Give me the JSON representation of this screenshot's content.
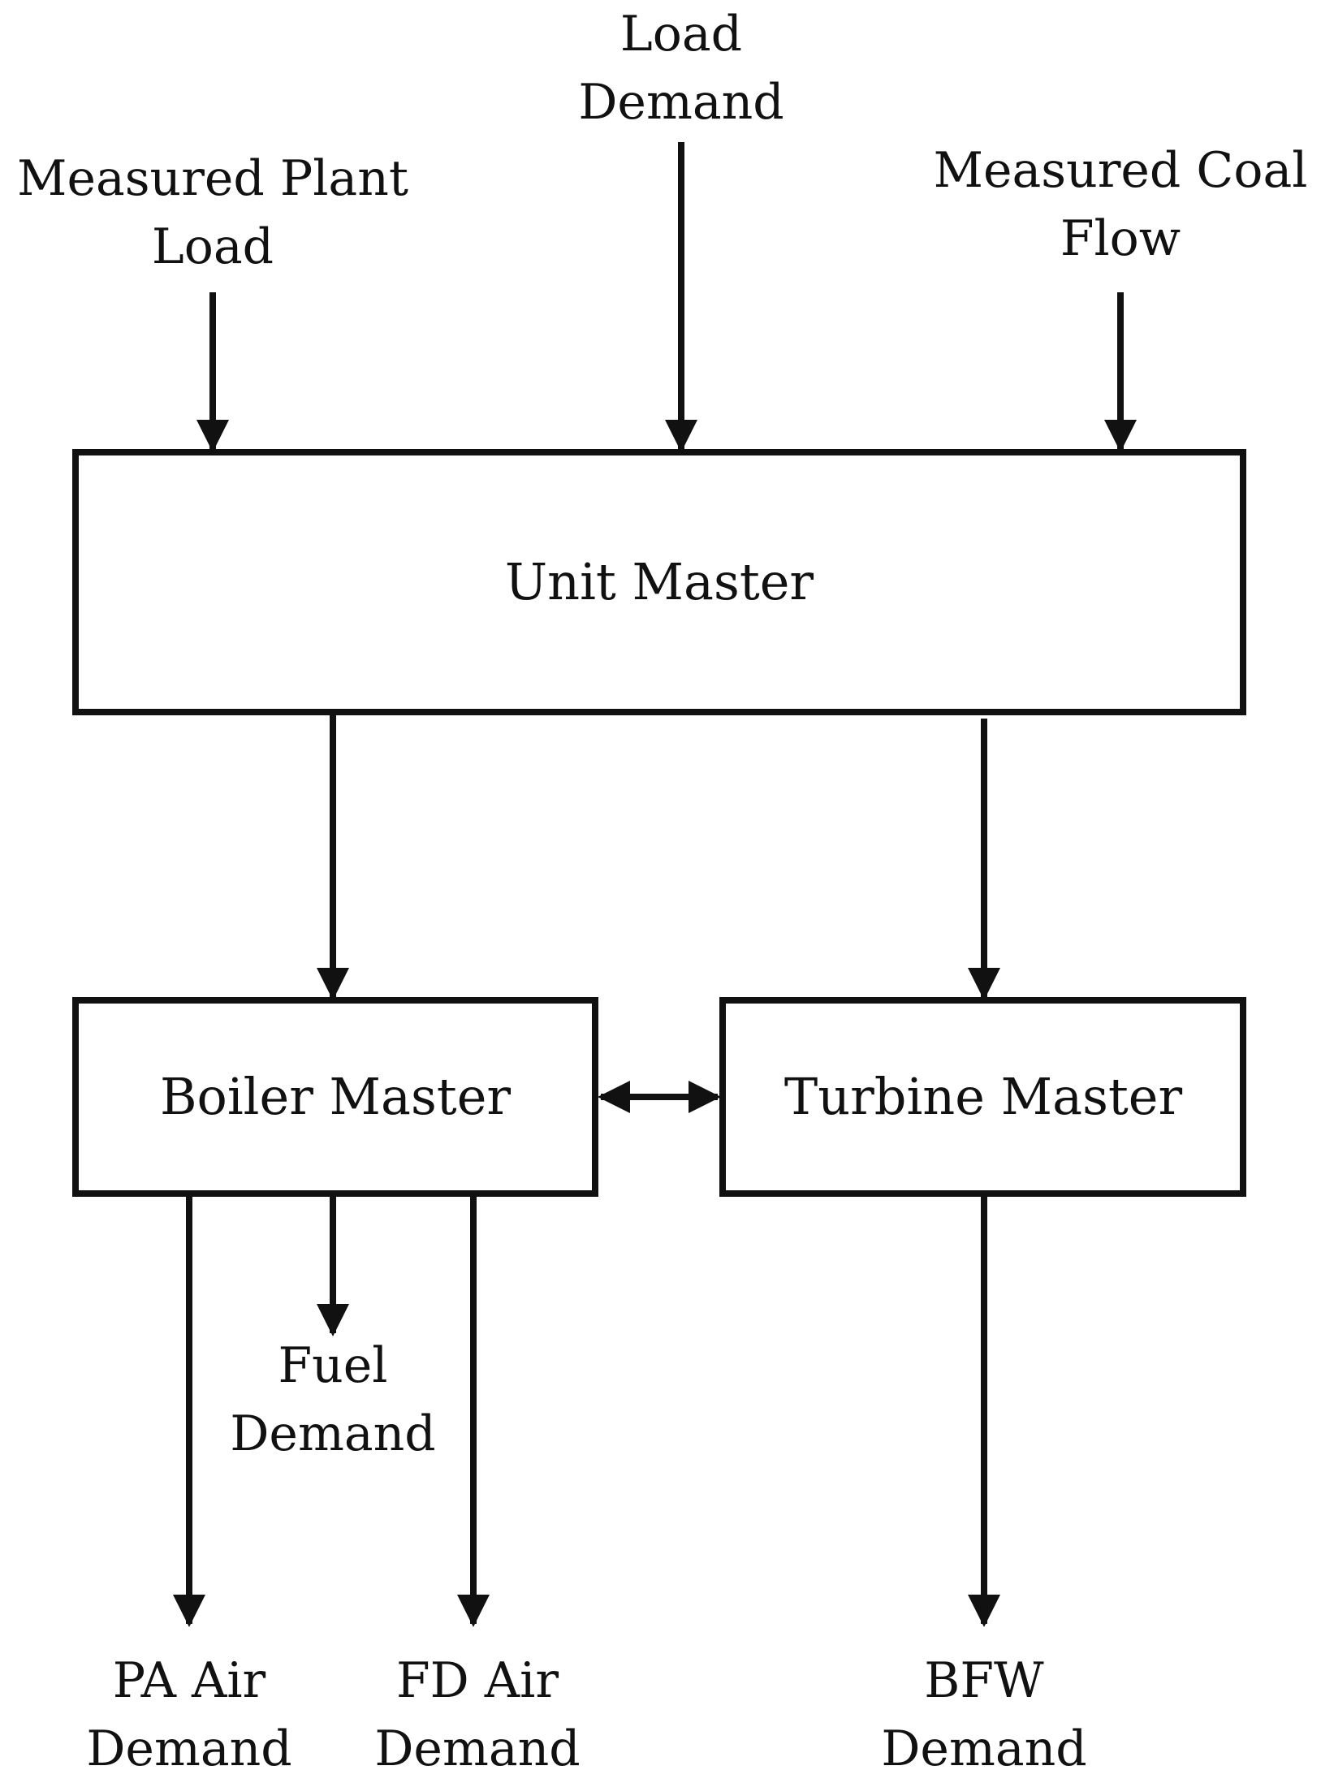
{
  "colors": {
    "stroke": "#111111",
    "background": "#ffffff"
  },
  "inputs": {
    "measured_plant_load": {
      "line1": "Measured Plant",
      "line2": "Load"
    },
    "load_demand": {
      "line1": "Load",
      "line2": "Demand"
    },
    "measured_coal_flow": {
      "line1": "Measured Coal",
      "line2": "Flow"
    }
  },
  "blocks": {
    "unit_master": "Unit Master",
    "boiler_master": "Boiler Master",
    "turbine_master": "Turbine Master"
  },
  "outputs": {
    "fuel_demand": {
      "line1": "Fuel",
      "line2": "Demand"
    },
    "pa_air_demand": {
      "line1": "PA Air",
      "line2": "Demand"
    },
    "fd_air_demand": {
      "line1": "FD Air",
      "line2": "Demand"
    },
    "bfw_demand": {
      "line1": "BFW",
      "line2": "Demand"
    }
  }
}
